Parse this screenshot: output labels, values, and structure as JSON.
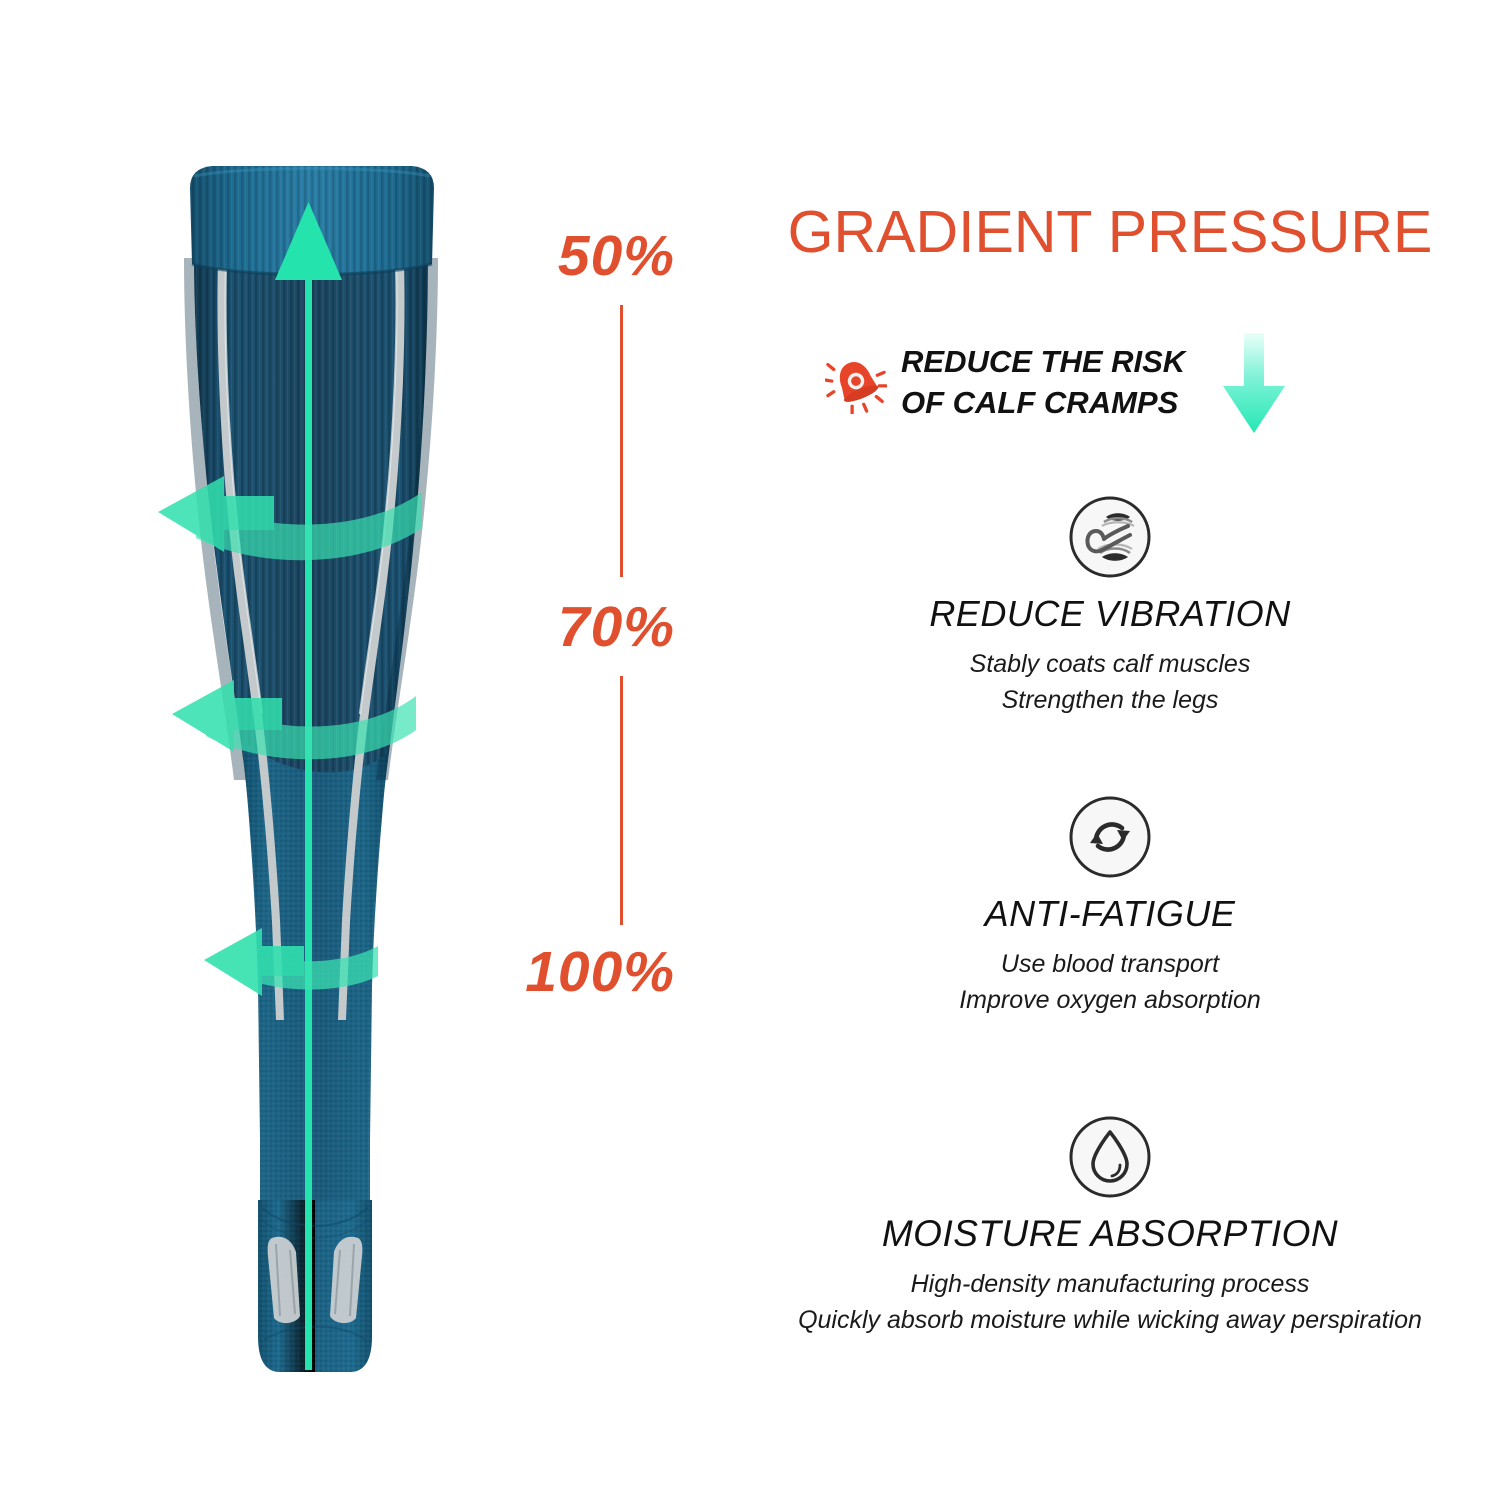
{
  "header": {
    "title": "GRADIENT PRESSURE",
    "title_color": "#e0502f"
  },
  "cramp_callout": {
    "icon": "alarm-bell-icon",
    "line1": "REDUCE THE RISK",
    "line2": "OF CALF CRAMPS",
    "arrow": "down-arrow-icon",
    "arrow_color_top": "#d9fff4",
    "arrow_color_bottom": "#2fe9b6"
  },
  "pressure_scale": {
    "levels": [
      {
        "label": "50%",
        "value": 50
      },
      {
        "label": "70%",
        "value": 70
      },
      {
        "label": "100%",
        "value": 100
      }
    ],
    "color": "#e0502f"
  },
  "product": {
    "name": "compression-sock",
    "body_color": "#1f5b7a",
    "cuff_color": "#1d6d94",
    "rib_color": "#1b4a66",
    "stripe_color": "#c9cdd0",
    "arrow_color": "#2fe9b6"
  },
  "features": [
    {
      "icon": "vibration-leg-icon",
      "title": "REDUCE VIBRATION",
      "sub1": "Stably coats calf muscles",
      "sub2": "Strengthen the legs"
    },
    {
      "icon": "refresh-cycle-icon",
      "title": "ANTI-FATIGUE",
      "sub1": "Use blood transport",
      "sub2": "Improve oxygen absorption"
    },
    {
      "icon": "water-drop-icon",
      "title": "MOISTURE ABSORPTION",
      "sub1": "High-density manufacturing process",
      "sub2": "Quickly absorb moisture while wicking away perspiration"
    }
  ]
}
